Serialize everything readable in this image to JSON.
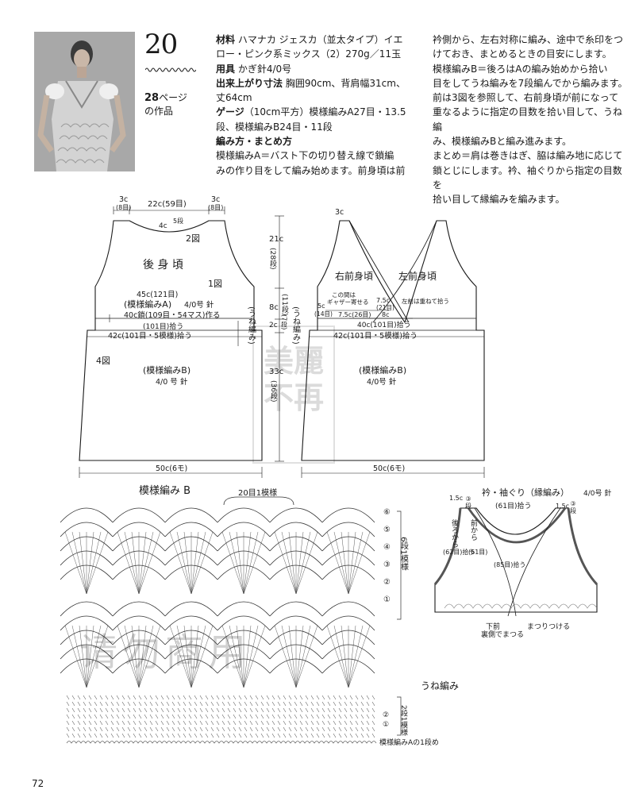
{
  "header": {
    "pattern_number": "20",
    "page_ref_num": "28",
    "page_ref_suffix": "ページ",
    "page_ref_line2": "の作品"
  },
  "instructions_left": [
    {
      "label": "材料",
      "text": " ハマナカ ジェスカ（並太タイプ）イエ"
    },
    {
      "label": "",
      "text": "ロー・ピンク系ミックス（2）270g／11玉"
    },
    {
      "label": "用具",
      "text": " かぎ針4/0号"
    },
    {
      "label": "出来上がり寸法",
      "text": " 胸囲90cm、背肩幅31cm、"
    },
    {
      "label": "",
      "text": "丈64cm"
    },
    {
      "label": "ゲージ",
      "text": "（10cm平方）模様編みA27目・13.5"
    },
    {
      "label": "",
      "text": "段、模様編みB24目・11段"
    },
    {
      "label": "編み方・まとめ方",
      "text": ""
    },
    {
      "label": "",
      "text": "模様編みA＝バスト下の切り替え線で鎖編"
    },
    {
      "label": "",
      "text": "みの作り目をして編み始めます。前身頃は前"
    }
  ],
  "instructions_right": [
    "衿側から、左右対称に編み、途中で糸印をつ",
    "けておき、まとめるときの目安にします。",
    "模様編みB＝後ろはAの編み始めから拾い",
    "目をしてうね編みを7段編んでから編みます。",
    "前は3図を参照して、右前身頃が前になって",
    "重なるように指定の目数を拾い目して、うね編",
    "み、模様編みBと編み進みます。",
    "まとめ＝肩は巻きはぎ、脇は編み地に応じて",
    "鎖とじにします。衿、袖ぐりから指定の目数を",
    "拾い目して縁編みを編みます。"
  ],
  "back_schematic": {
    "shoulder_left": "3c",
    "shoulder_left_sts": "(8目)",
    "neck_width": "22c(59目)",
    "shoulder_right": "3c",
    "shoulder_right_sts": "(8目)",
    "neck_depth": "4c",
    "neck_rows": "5段",
    "fig2": "2図",
    "title": "後 身 頃",
    "fig1": "1図",
    "bust": "45c(121目)",
    "pattern_a": "(模様編みA)",
    "hook_a": "4/0号 針",
    "chain": "40c鎖(109目・54マス)作る",
    "pickup_a": "(101目)拾う",
    "pickup_b": "42c(101目・5模様)拾う",
    "fig4": "4図",
    "pattern_b": "(模様編みB)",
    "hook_b": "4/0 号 針",
    "hem": "50c(6モ)",
    "une": "(うね編み)"
  },
  "measures": {
    "armhole": "21c",
    "armhole_rows": "(28段)",
    "band_a": "8c",
    "band_a_rows": "(11段)",
    "une_h": "2c",
    "une_rows": "(7段)",
    "skirt": "33c",
    "skirt_rows": "(36段)",
    "une_label": "(うね編み)"
  },
  "front_schematic": {
    "shoulder": "3c",
    "right_title": "右前身頃",
    "left_title": "左前身頃",
    "gather_note_1": "この間は",
    "gather_note_2": "ギャザー寄せる",
    "overlap_note": "左前は重ねて拾う",
    "side_w": "5c",
    "side_sts": "(14目)",
    "mid_w": "7.5c",
    "mid_sts": "(21目)",
    "low_w": "7.5c(26目)",
    "tiny": "8c",
    "pickup_a": "40c(101目)拾う",
    "pickup_b": "42c(101目・5模様)拾う",
    "pattern_b": "(模様編みB)",
    "hook_b": "4/0号 針",
    "hem": "50c(6モ)"
  },
  "chart_b": {
    "title": "模様編み B",
    "repeat": "20目1模様",
    "row_marks": [
      "⑥",
      "⑤",
      "④",
      "③",
      "②",
      "①"
    ],
    "row_repeat": "6段1模様",
    "une_title": "うね編み",
    "une_rows": [
      "②",
      "①"
    ],
    "une_repeat": "2段1模様",
    "base": "模様編みAの1段め"
  },
  "chart_edge": {
    "title": "衿・袖ぐり（縁編み）",
    "hook": "4/0号 針",
    "left_top": "1.5c",
    "left_top_rows": "③段",
    "top_sts": "(61目)拾う",
    "right_top": "1.5c",
    "right_top_rows": "③段",
    "back_from": "後ろから",
    "front_from": "前から",
    "sts_62": "(62目)拾う",
    "sts_61": "(61目)",
    "sts_85": "(85目)拾う",
    "lower_front": "下前",
    "front_side": "裏側でまつる",
    "sew_on": "まつりつける"
  },
  "page_number": "72",
  "watermark": "请勿商用",
  "stamp": "美麗不再"
}
